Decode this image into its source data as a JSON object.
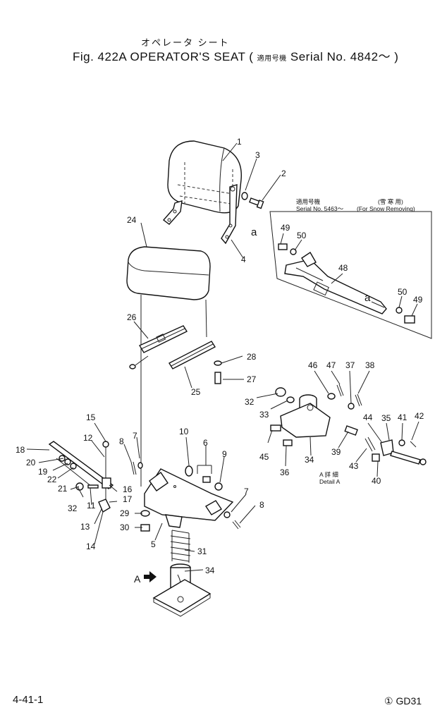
{
  "header": {
    "title_jp": "オペレータ シート",
    "title_main": "Fig. 422A OPERATOR'S SEAT",
    "serial_jp": "適用号機",
    "serial": "Serial No. 4842～"
  },
  "inset": {
    "label_jp": "適用号機",
    "serial": "Serial No. 5463～",
    "note_jp": "(雪 寒 用)",
    "note": "(For Snow Removing)"
  },
  "detail": {
    "label_jp": "A 詳 細",
    "label": "Detail A"
  },
  "arrow_label": "A",
  "ref_a": "a",
  "parts": {
    "p1": "1",
    "p2": "2",
    "p3": "3",
    "p4": "4",
    "p5": "5",
    "p6": "6",
    "p7": "7",
    "p7b": "7",
    "p8": "8",
    "p8b": "8",
    "p9": "9",
    "p10": "10",
    "p11": "11",
    "p12": "12",
    "p13": "13",
    "p14": "14",
    "p15": "15",
    "p16": "16",
    "p17": "17",
    "p18": "18",
    "p19": "19",
    "p20": "20",
    "p21": "21",
    "p22": "22",
    "p24": "24",
    "p25": "25",
    "p26": "26",
    "p27": "27",
    "p28": "28",
    "p29": "29",
    "p30": "30",
    "p31": "31",
    "p32": "32",
    "p32b": "32",
    "p33": "33",
    "p34": "34",
    "p34b": "34",
    "p35": "35",
    "p36": "36",
    "p37": "37",
    "p38": "38",
    "p39": "39",
    "p40": "40",
    "p41": "41",
    "p42": "42",
    "p43": "43",
    "p44": "44",
    "p45": "45",
    "p46": "46",
    "p47": "47",
    "p48": "48",
    "p49": "49",
    "p49b": "49",
    "p50": "50",
    "p50b": "50"
  },
  "footer": {
    "page": "4-41-1",
    "model": "① GD31"
  }
}
